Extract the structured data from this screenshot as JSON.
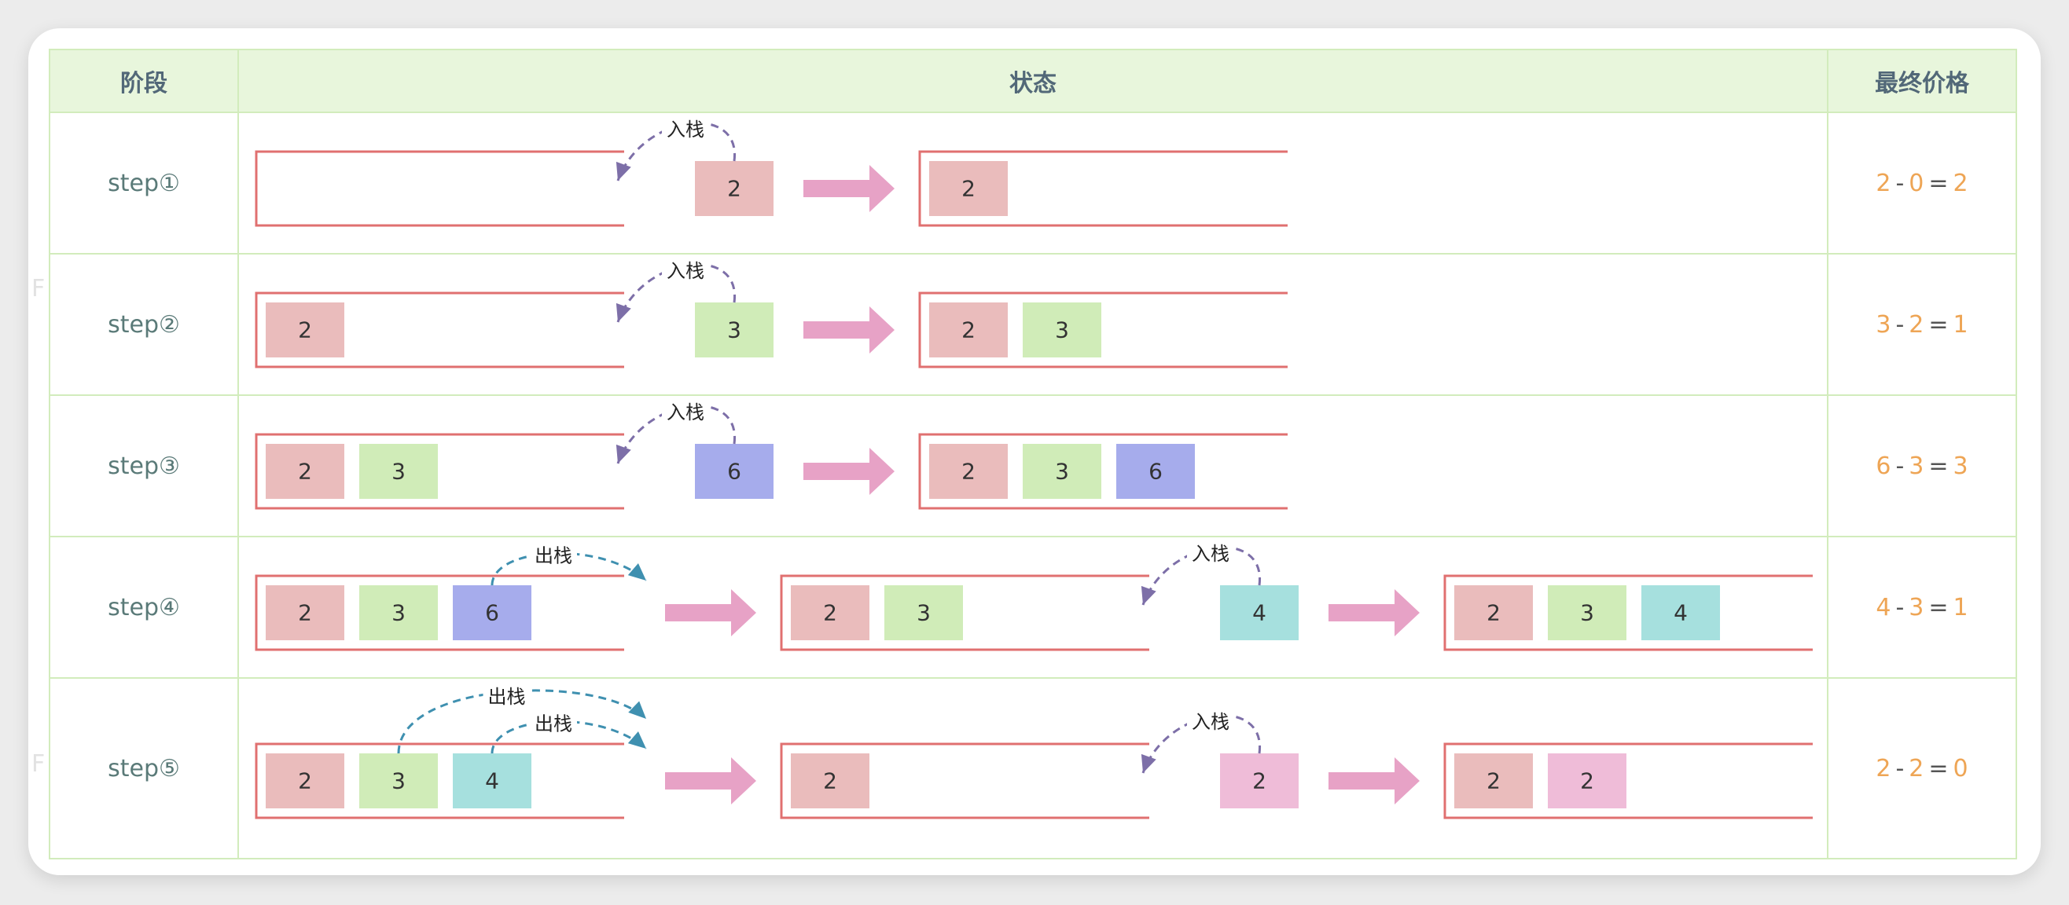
{
  "headers": {
    "stage": "阶段",
    "state": "状态",
    "price": "最终价格"
  },
  "labels": {
    "push": "入栈",
    "pop": "出栈"
  },
  "colors": {
    "stack_border": "#e07070",
    "push_arrow": "#7d6fa8",
    "pop_arrow": "#3f90b0",
    "transition_arrow": "#e7a2c6",
    "box_2": "#eabcbc",
    "box_3": "#d0ecb8",
    "box_6": "#a6acec",
    "box_4": "#a6e0de",
    "box_2_pink": "#efbcd8",
    "price_number": "#eea555"
  },
  "rows": [
    {
      "stage": "step①",
      "price": {
        "a": "2",
        "op1": "-",
        "b": "0",
        "eq": "=",
        "r": "2"
      },
      "items": [
        {
          "type": "stack",
          "boxes": []
        },
        {
          "type": "push",
          "value": "2",
          "color": "box_2"
        },
        {
          "type": "arrow"
        },
        {
          "type": "stack",
          "boxes": [
            {
              "value": "2",
              "color": "box_2"
            }
          ]
        }
      ]
    },
    {
      "stage": "step②",
      "price": {
        "a": "3",
        "op1": "-",
        "b": "2",
        "eq": "=",
        "r": "1"
      },
      "items": [
        {
          "type": "stack",
          "boxes": [
            {
              "value": "2",
              "color": "box_2"
            }
          ]
        },
        {
          "type": "push",
          "value": "3",
          "color": "box_3"
        },
        {
          "type": "arrow"
        },
        {
          "type": "stack",
          "boxes": [
            {
              "value": "2",
              "color": "box_2"
            },
            {
              "value": "3",
              "color": "box_3"
            }
          ]
        }
      ]
    },
    {
      "stage": "step③",
      "price": {
        "a": "6",
        "op1": "-",
        "b": "3",
        "eq": "=",
        "r": "3"
      },
      "items": [
        {
          "type": "stack",
          "boxes": [
            {
              "value": "2",
              "color": "box_2"
            },
            {
              "value": "3",
              "color": "box_3"
            }
          ]
        },
        {
          "type": "push",
          "value": "6",
          "color": "box_6"
        },
        {
          "type": "arrow"
        },
        {
          "type": "stack",
          "boxes": [
            {
              "value": "2",
              "color": "box_2"
            },
            {
              "value": "3",
              "color": "box_3"
            },
            {
              "value": "6",
              "color": "box_6"
            }
          ]
        }
      ]
    },
    {
      "stage": "step④",
      "price": {
        "a": "4",
        "op1": "-",
        "b": "3",
        "eq": "=",
        "r": "1"
      },
      "items": [
        {
          "type": "stack",
          "boxes": [
            {
              "value": "2",
              "color": "box_2"
            },
            {
              "value": "3",
              "color": "box_3"
            },
            {
              "value": "6",
              "color": "box_6"
            }
          ],
          "pops": 1
        },
        {
          "type": "arrow"
        },
        {
          "type": "stack",
          "boxes": [
            {
              "value": "2",
              "color": "box_2"
            },
            {
              "value": "3",
              "color": "box_3"
            }
          ]
        },
        {
          "type": "push",
          "value": "4",
          "color": "box_4"
        },
        {
          "type": "arrow"
        },
        {
          "type": "stack",
          "boxes": [
            {
              "value": "2",
              "color": "box_2"
            },
            {
              "value": "3",
              "color": "box_3"
            },
            {
              "value": "4",
              "color": "box_4"
            }
          ]
        }
      ]
    },
    {
      "stage": "step⑤",
      "price": {
        "a": "2",
        "op1": "-",
        "b": "2",
        "eq": "=",
        "r": "0"
      },
      "items": [
        {
          "type": "stack",
          "boxes": [
            {
              "value": "2",
              "color": "box_2"
            },
            {
              "value": "3",
              "color": "box_3"
            },
            {
              "value": "4",
              "color": "box_4"
            }
          ],
          "pops": 2
        },
        {
          "type": "arrow"
        },
        {
          "type": "stack",
          "boxes": [
            {
              "value": "2",
              "color": "box_2"
            }
          ]
        },
        {
          "type": "push",
          "value": "2",
          "color": "box_2_pink"
        },
        {
          "type": "arrow"
        },
        {
          "type": "stack",
          "boxes": [
            {
              "value": "2",
              "color": "box_2"
            },
            {
              "value": "2",
              "color": "box_2_pink"
            }
          ]
        }
      ]
    }
  ]
}
